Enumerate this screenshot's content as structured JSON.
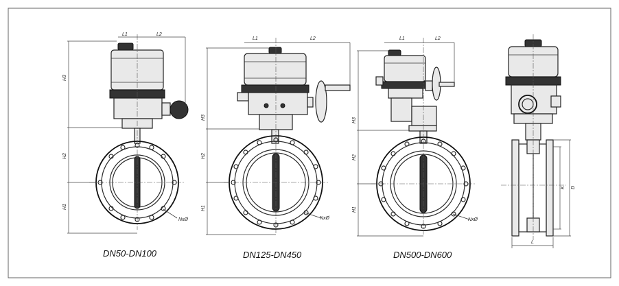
{
  "captions": {
    "small": "DN50-DN100",
    "medium": "DN125-DN450",
    "large": "DN500-DN600"
  },
  "dims": {
    "l1": "L1",
    "l2": "L2",
    "h1": "H1",
    "h2": "H2",
    "h3": "H3",
    "bolt": "NxØ",
    "l": "L",
    "k": "K",
    "d": "D"
  }
}
